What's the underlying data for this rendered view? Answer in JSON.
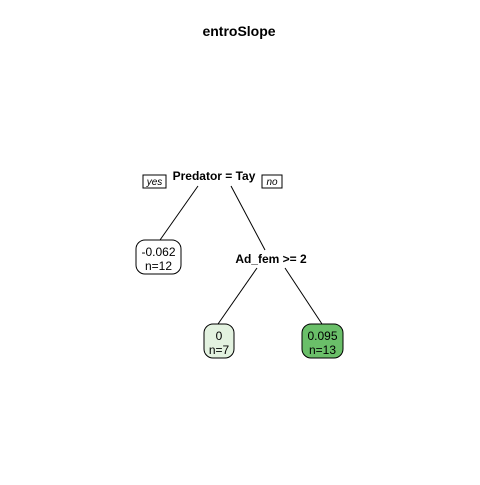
{
  "title": "entroSlope",
  "root": {
    "split_label": "Predator = Tay",
    "yes_label": "yes",
    "no_label": "no"
  },
  "internal": {
    "split_label": "Ad_fem >= 2"
  },
  "leaves": [
    {
      "value": "-0.062",
      "n": "n=12",
      "fill": "#ffffff"
    },
    {
      "value": "0",
      "n": "n=7",
      "fill": "#e3f2e0"
    },
    {
      "value": "0.095",
      "n": "n=13",
      "fill": "#6abf69"
    }
  ],
  "colors": {
    "edge": "#000000",
    "leaf_stroke": "#000000",
    "text": "#000000"
  }
}
